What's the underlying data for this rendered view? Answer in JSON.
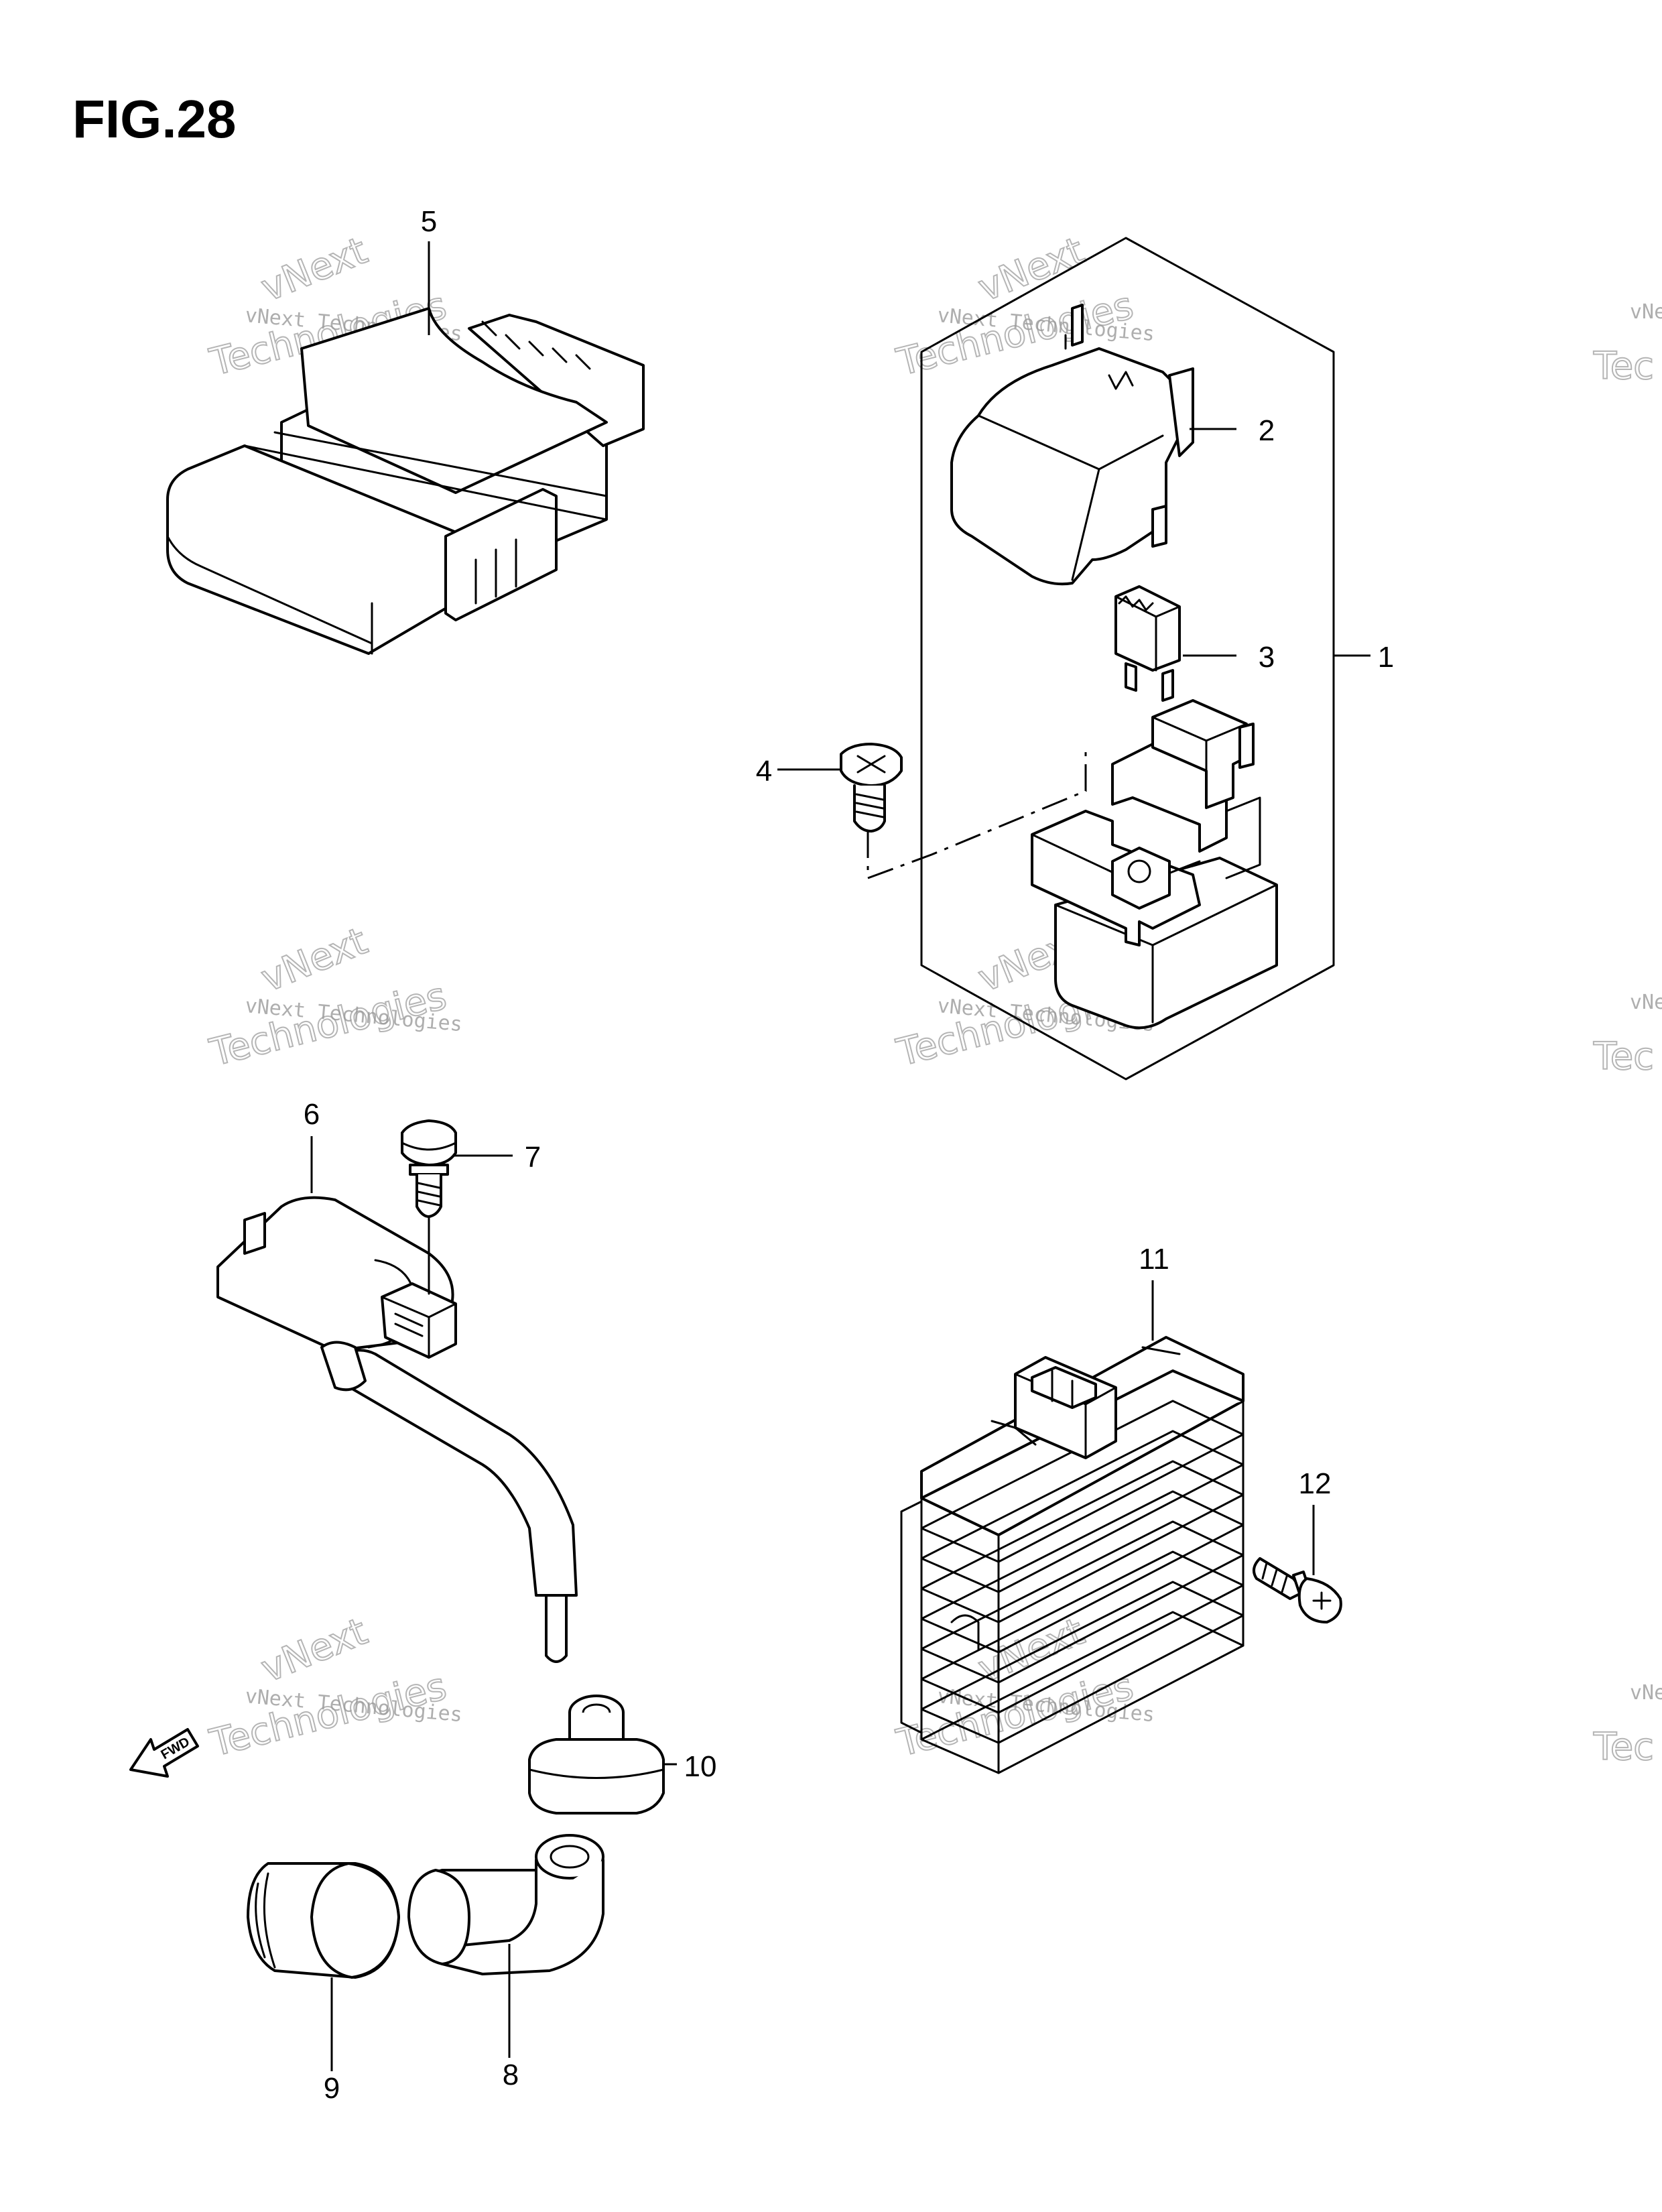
{
  "figure_title": "FIG.28",
  "watermark": {
    "line_small": "vNext Technologies",
    "line_big_1": "vNext",
    "line_big_2": "Technologies",
    "fragment_small": "vNe",
    "fragment_big": "Tec"
  },
  "fwd_label": "FWD",
  "callouts": {
    "c1": "1",
    "c2": "2",
    "c3": "3",
    "c4": "4",
    "c5": "5",
    "c6": "6",
    "c7": "7",
    "c8": "8",
    "c9": "9",
    "c10": "10",
    "c11": "11",
    "c12": "12"
  }
}
